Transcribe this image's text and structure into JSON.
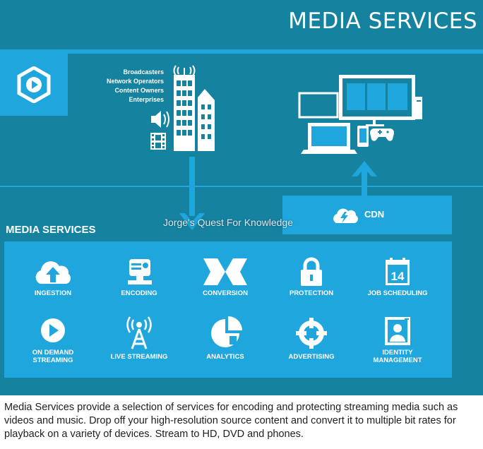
{
  "title": "MEDIA SERVICES",
  "sources": [
    "Broadcasters",
    "Network Operators",
    "Content Owners",
    "Enterprises"
  ],
  "cdn": {
    "label": "CDN",
    "icon": "cloud-bolt-icon"
  },
  "services_heading": "MEDIA SERVICES",
  "watermark": "Jorge's Quest For Knowledge",
  "services": [
    {
      "label": "INGESTION",
      "icon": "cloud-upload-icon"
    },
    {
      "label": "ENCODING",
      "icon": "encoding-icon"
    },
    {
      "label": "CONVERSION",
      "icon": "conversion-icon"
    },
    {
      "label": "PROTECTION",
      "icon": "padlock-icon"
    },
    {
      "label": "JOB SCHEDULING",
      "icon": "calendar-icon",
      "calendar_day": "14"
    },
    {
      "label": "ON DEMAND\nSTREAMING",
      "icon": "play-icon"
    },
    {
      "label": "LIVE STREAMING",
      "icon": "broadcast-tower-icon"
    },
    {
      "label": "ANALYTICS",
      "icon": "pie-chart-icon"
    },
    {
      "label": "ADVERTISING",
      "icon": "target-icon"
    },
    {
      "label": "IDENTITY\nMANAGEMENT",
      "icon": "id-badge-icon"
    }
  ],
  "description": "Media Services provide a selection of services for encoding and protecting streaming media such as videos and music. Drop off your high-resolution source content and convert it to multiple bit rates for playback on a variety of devices. Stream to HD, DVD and phones.",
  "colors": {
    "background": "#1582a0",
    "accent": "#1fa6dc",
    "text_dark": "#1e1e1e",
    "white": "#ffffff"
  }
}
